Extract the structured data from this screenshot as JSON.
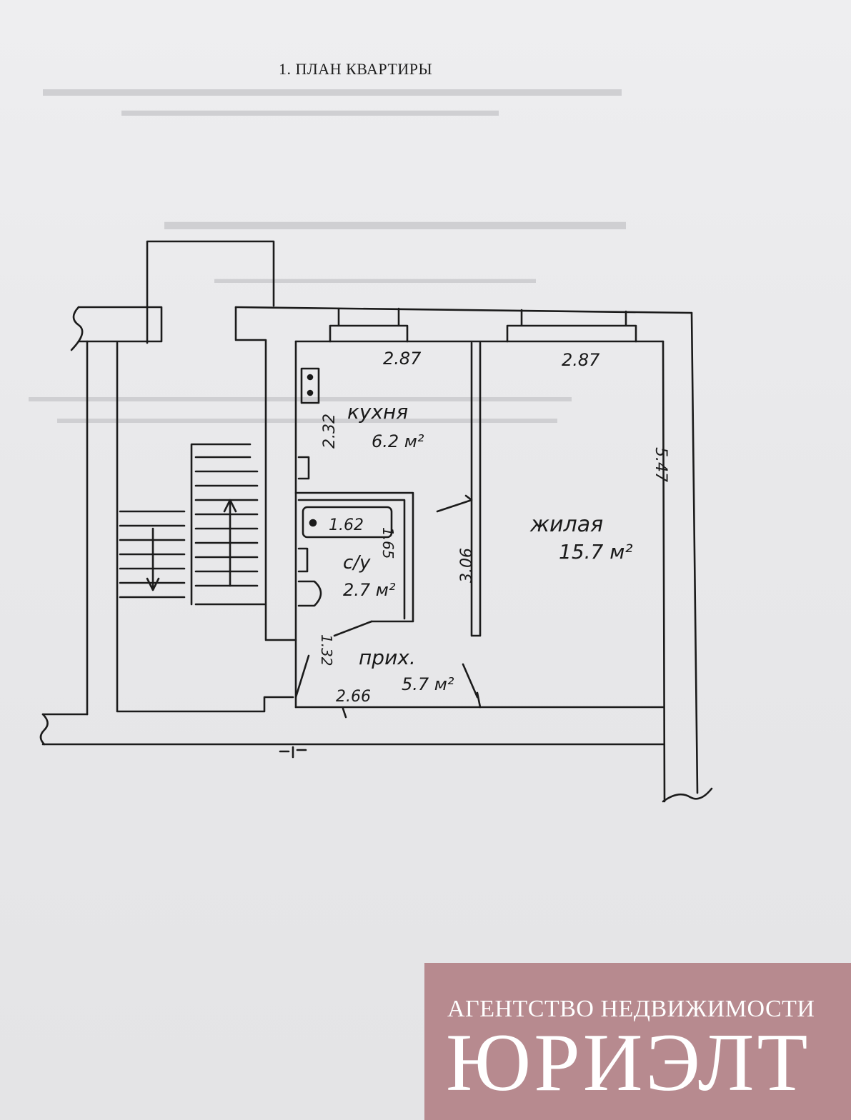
{
  "document": {
    "title": "1.  ПЛАН КВАРТИРЫ"
  },
  "rooms": {
    "kitchen": {
      "label": "кухня",
      "area": "6.2 м²"
    },
    "living": {
      "label": "жилая",
      "area": "15.7 м²"
    },
    "bathroom": {
      "label": "с/у",
      "area": "2.7 м²"
    },
    "hallway": {
      "label": "прих.",
      "area": "5.7 м²"
    }
  },
  "dimensions": {
    "kitchen_width": "2.87",
    "living_width": "2.87",
    "kitchen_depth": "2.32",
    "living_depth": "5.47",
    "bath_tub": "1.62",
    "bath_depth": "1.65",
    "corridor_depth": "3.06",
    "hall_depth": "1.32",
    "hall_width": "2.66"
  },
  "banner": {
    "line": "АГЕНТСТВО НЕДВИЖИМОСТИ",
    "name": "ЮРИЭЛТ",
    "background": "#b78a8f"
  }
}
